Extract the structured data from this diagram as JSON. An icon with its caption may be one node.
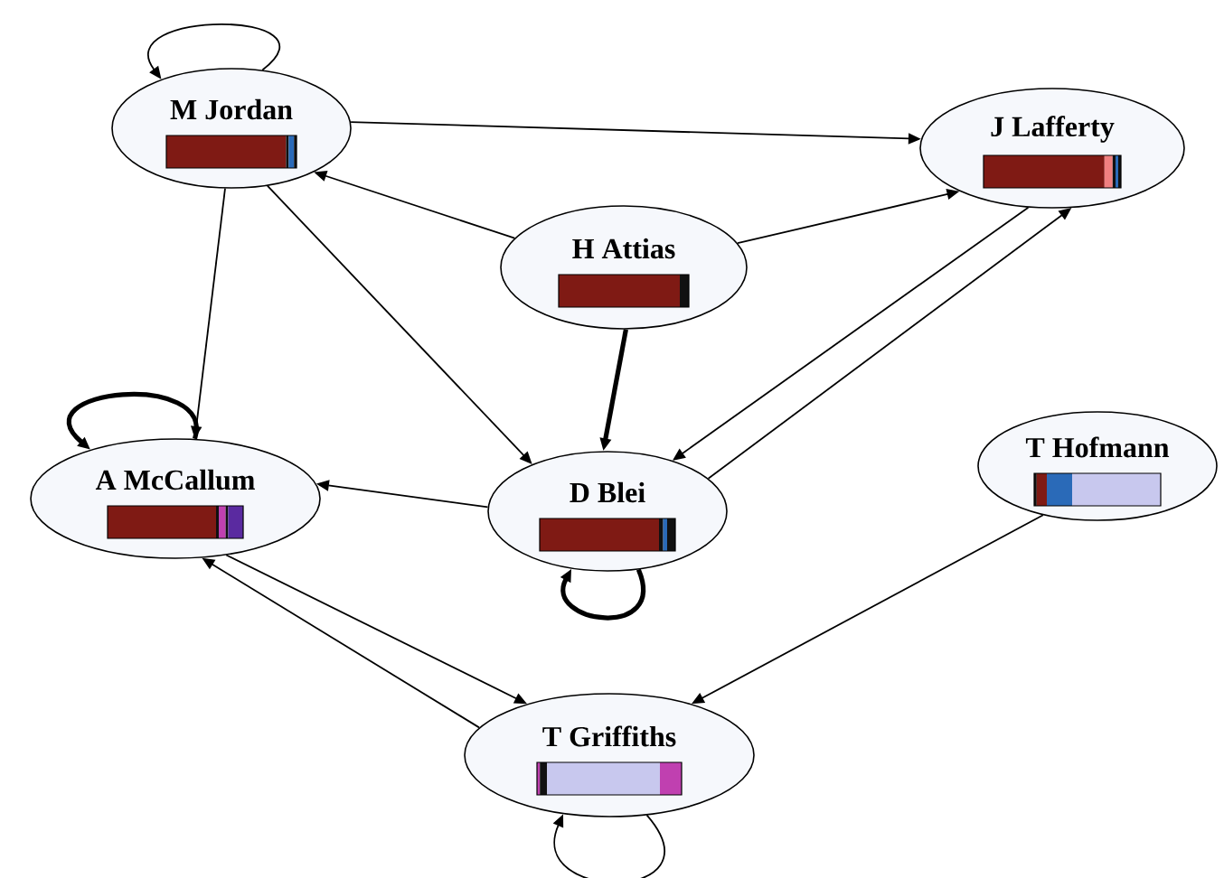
{
  "diagram": {
    "nodes": [
      {
        "text": [
          "M Jordan"
        ]
      },
      {
        "text": [
          "J Lafferty"
        ]
      },
      {
        "text": [
          "H Attias"
        ]
      },
      {
        "text": [
          "A McCallum"
        ]
      },
      {
        "text": [
          "D Blei"
        ]
      },
      {
        "text": [
          "T Hofmann"
        ]
      },
      {
        "text": [
          "T Griffiths"
        ]
      }
    ],
    "edges": [
      {
        "from": 0,
        "to": 0,
        "arrow": "to"
      },
      {
        "from": 0,
        "to": 1,
        "arrow": "to"
      },
      {
        "from": 2,
        "to": 0,
        "arrow": "to"
      },
      {
        "from": 2,
        "to": 1,
        "arrow": "to"
      },
      {
        "from": 0,
        "to": 3,
        "arrow": "to"
      },
      {
        "from": 0,
        "to": 4,
        "arrow": "to"
      },
      {
        "from": 2,
        "to": 4,
        "arrow": "to",
        "style": "thick"
      },
      {
        "from": 3,
        "to": 3,
        "arrow": "to",
        "style": "thick"
      },
      {
        "from": 4,
        "to": 3,
        "arrow": "to"
      },
      {
        "from": 1,
        "to": 4,
        "arrow": "to"
      },
      {
        "from": 4,
        "to": 1,
        "arrow": "to"
      },
      {
        "from": 4,
        "to": 4,
        "arrow": "to",
        "style": "thick"
      },
      {
        "from": 5,
        "to": 6,
        "arrow": "to"
      },
      {
        "from": 3,
        "to": 6,
        "arrow": "to"
      },
      {
        "from": 6,
        "to": 3,
        "arrow": "to"
      },
      {
        "from": 6,
        "to": 6,
        "arrow": "to"
      }
    ]
  }
}
